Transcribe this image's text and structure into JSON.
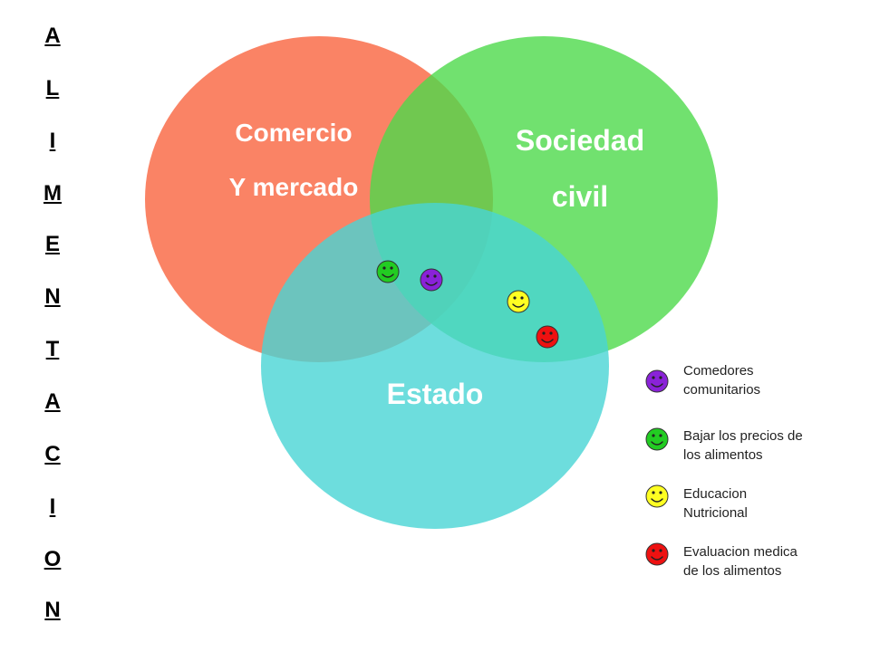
{
  "vertical_title": [
    "A",
    "L",
    "I",
    "M",
    "E",
    "N",
    "T",
    "A",
    "C",
    "I",
    "O",
    "N"
  ],
  "circles": {
    "comercio": {
      "line1": "Comercio",
      "line2": "Y mercado",
      "color": "#f9643f"
    },
    "sociedad": {
      "line1": "Sociedad",
      "line2": "civil",
      "color": "#4dd94b"
    },
    "estado": {
      "line1": "Estado",
      "color": "#48d5d5"
    }
  },
  "legend": [
    {
      "line1": "Comedores",
      "line2": "comunitarios",
      "color": "#8a22d8",
      "icon": "purple-smiley-icon"
    },
    {
      "line1": "Bajar los precios de",
      "line2": "los alimentos",
      "color": "#22cc22",
      "icon": "green-smiley-icon"
    },
    {
      "line1": "Educacion",
      "line2": "Nutricional",
      "color": "#ffff22",
      "icon": "yellow-smiley-icon"
    },
    {
      "line1": "Evaluacion medica",
      "line2": "de los alimentos",
      "color": "#ee1111",
      "icon": "red-smiley-icon"
    }
  ]
}
